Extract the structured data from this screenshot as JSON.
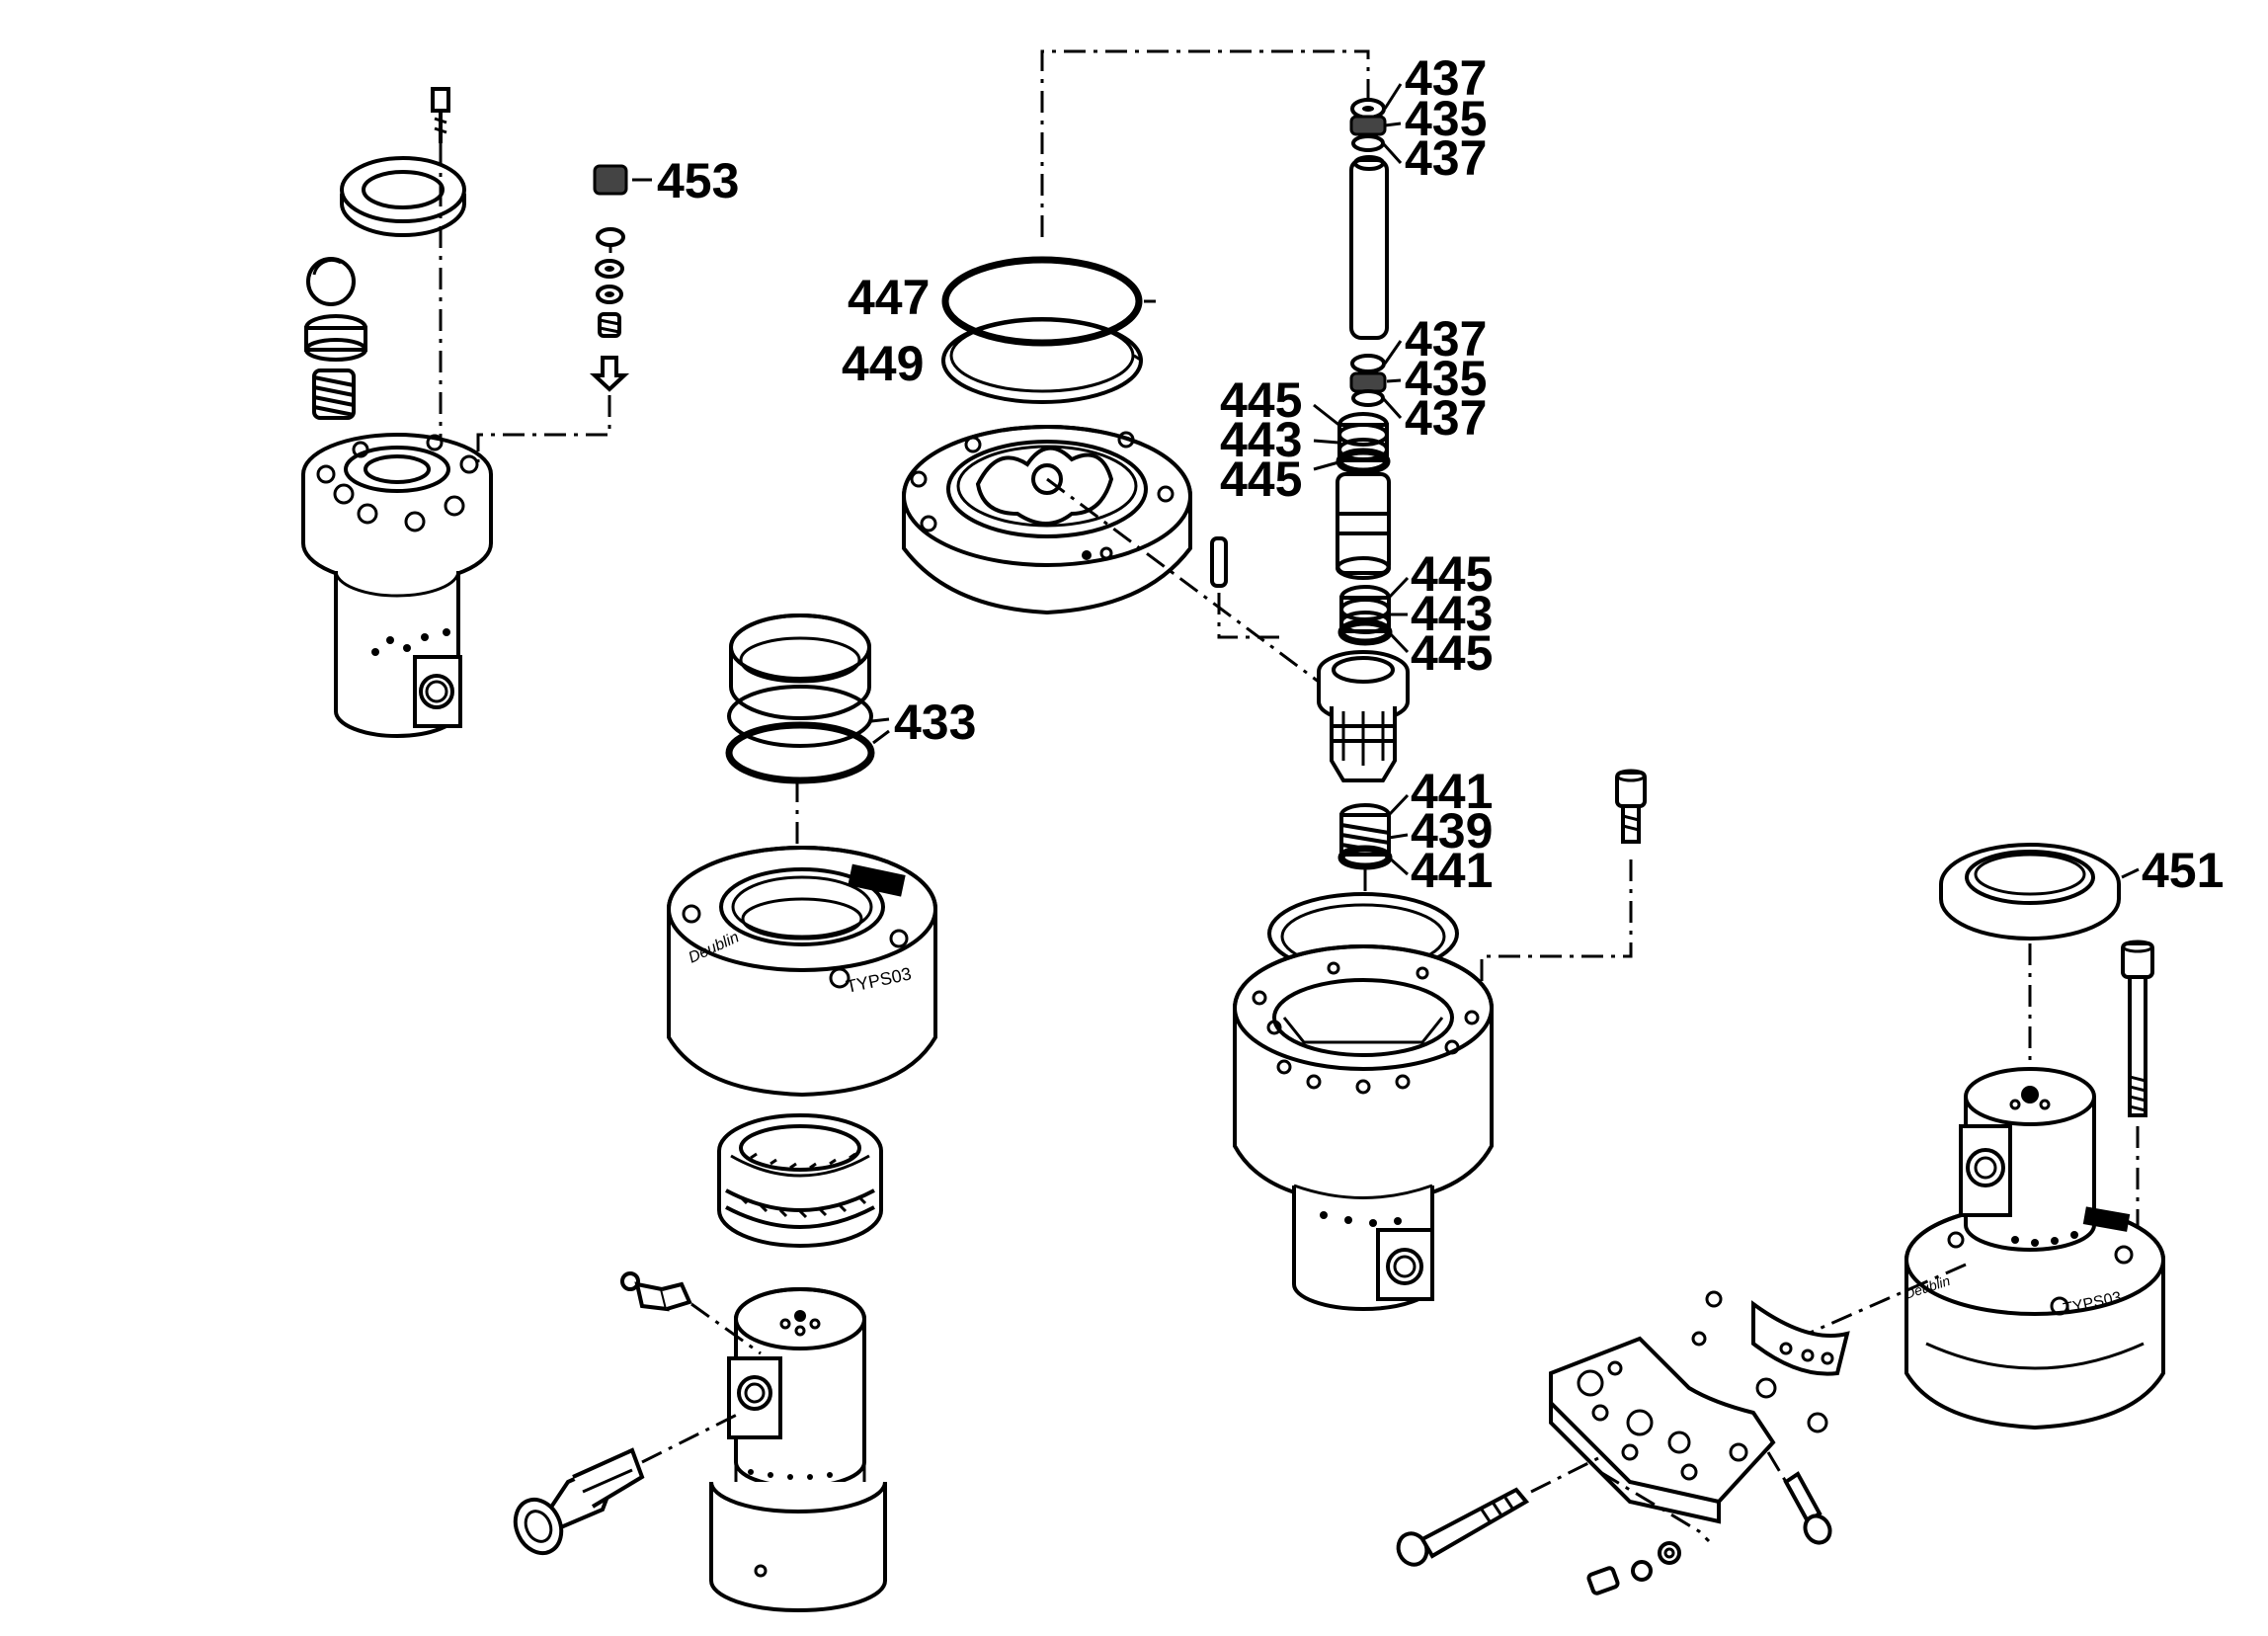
{
  "diagram": {
    "labels": [
      {
        "id": "c453",
        "text": "453"
      },
      {
        "id": "c447",
        "text": "447"
      },
      {
        "id": "c449",
        "text": "449"
      },
      {
        "id": "c437a",
        "text": "437"
      },
      {
        "id": "c435a",
        "text": "435"
      },
      {
        "id": "c437b",
        "text": "437"
      },
      {
        "id": "c437c",
        "text": "437"
      },
      {
        "id": "c435b",
        "text": "435"
      },
      {
        "id": "c437d",
        "text": "437"
      },
      {
        "id": "c445a",
        "text": "445"
      },
      {
        "id": "c443a",
        "text": "443"
      },
      {
        "id": "c445b",
        "text": "445"
      },
      {
        "id": "c445c",
        "text": "445"
      },
      {
        "id": "c443b",
        "text": "443"
      },
      {
        "id": "c445d",
        "text": "445"
      },
      {
        "id": "c433",
        "text": "433"
      },
      {
        "id": "c441a",
        "text": "441"
      },
      {
        "id": "c439",
        "text": "439"
      },
      {
        "id": "c441b",
        "text": "441"
      },
      {
        "id": "c451",
        "text": "451"
      }
    ],
    "part_markings": {
      "type_stamp_1": "TYPS03",
      "type_stamp_2": "TYPS03"
    }
  }
}
